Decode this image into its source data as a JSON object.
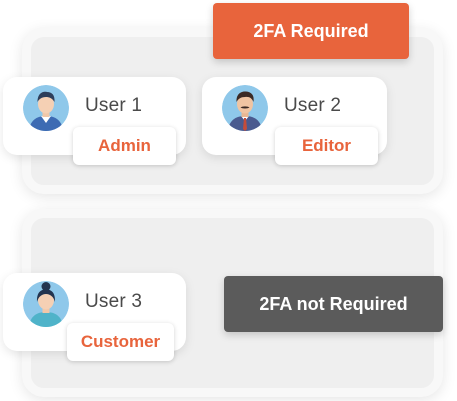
{
  "colors": {
    "accent": "#e8643c",
    "not_required_bg": "#5b5b5b",
    "group_bg": "#efefef",
    "avatar_bg": "#8fc8ea"
  },
  "groups": [
    {
      "requirement": "2FA Required",
      "users": [
        {
          "name": "User 1",
          "role": "Admin",
          "avatar_icon": "man-avatar-icon"
        },
        {
          "name": "User 2",
          "role": "Editor",
          "avatar_icon": "man-mustache-avatar-icon"
        }
      ]
    },
    {
      "requirement": "2FA not Required",
      "users": [
        {
          "name": "User 3",
          "role": "Customer",
          "avatar_icon": "woman-avatar-icon"
        }
      ]
    }
  ]
}
